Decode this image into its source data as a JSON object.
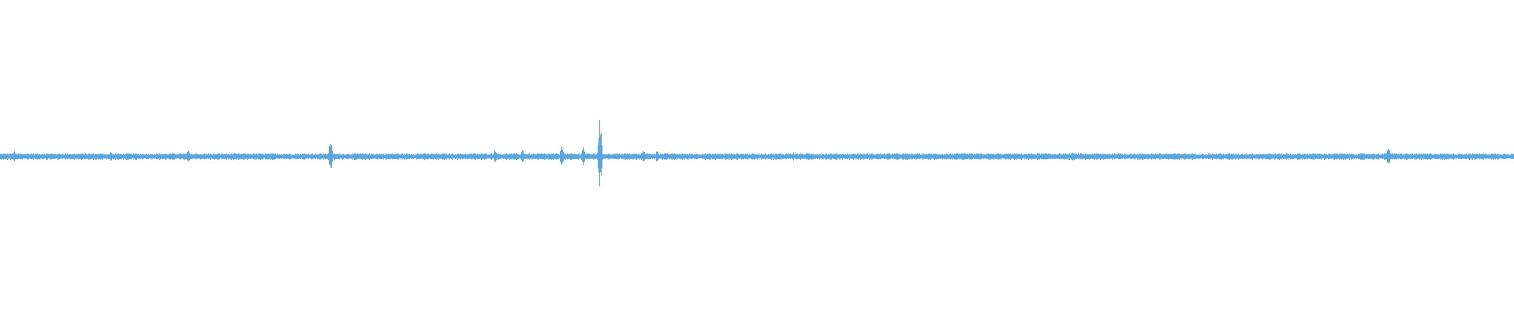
{
  "waveform": {
    "color": "#5aa6df",
    "background": "#ffffff",
    "baseline_noise_amplitude": 0.04,
    "spikes": [
      {
        "position": 0.009,
        "amplitude": 0.07
      },
      {
        "position": 0.073,
        "amplitude": 0.06
      },
      {
        "position": 0.124,
        "amplitude": 0.08
      },
      {
        "position": 0.218,
        "amplitude": 0.2
      },
      {
        "position": 0.327,
        "amplitude": 0.1
      },
      {
        "position": 0.345,
        "amplitude": 0.09
      },
      {
        "position": 0.371,
        "amplitude": 0.16
      },
      {
        "position": 0.385,
        "amplitude": 0.13
      },
      {
        "position": 0.396,
        "amplitude": 0.46
      },
      {
        "position": 0.425,
        "amplitude": 0.1
      },
      {
        "position": 0.434,
        "amplitude": 0.08
      },
      {
        "position": 0.524,
        "amplitude": 0.06
      },
      {
        "position": 0.708,
        "amplitude": 0.06
      },
      {
        "position": 0.917,
        "amplitude": 0.14
      }
    ]
  }
}
